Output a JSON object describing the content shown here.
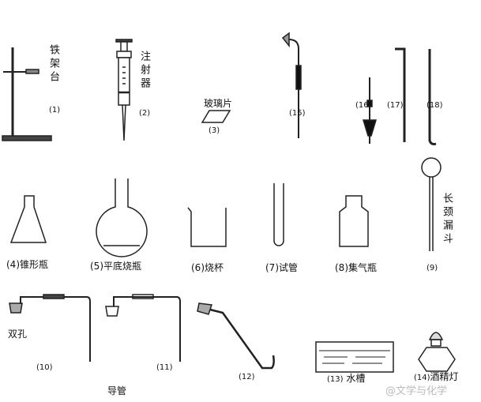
{
  "items": [
    {
      "num": "(1)",
      "name": "铁架台"
    },
    {
      "num": "(2)",
      "name": "注射器"
    },
    {
      "num": "(3)",
      "name": "玻璃片"
    },
    {
      "num": "(4)",
      "name": "锥形瓶"
    },
    {
      "num": "(5)",
      "name": "平底烧瓶"
    },
    {
      "num": "(6)",
      "name": "烧杯"
    },
    {
      "num": "(7)",
      "name": "试管"
    },
    {
      "num": "(8)",
      "name": "集气瓶"
    },
    {
      "num": "(9)",
      "name": "长颈漏斗"
    },
    {
      "num": "(10)",
      "name": "双孔"
    },
    {
      "num": "(11)"
    },
    {
      "num": "(12)"
    },
    {
      "num": "(13)",
      "name": "水槽"
    },
    {
      "num": "(14)",
      "name": "酒精灯"
    },
    {
      "num": "(15)"
    },
    {
      "num": "(16)"
    },
    {
      "num": "(17)"
    },
    {
      "num": "(18)"
    }
  ],
  "group_label": "导管",
  "watermark": "@文学与化学"
}
